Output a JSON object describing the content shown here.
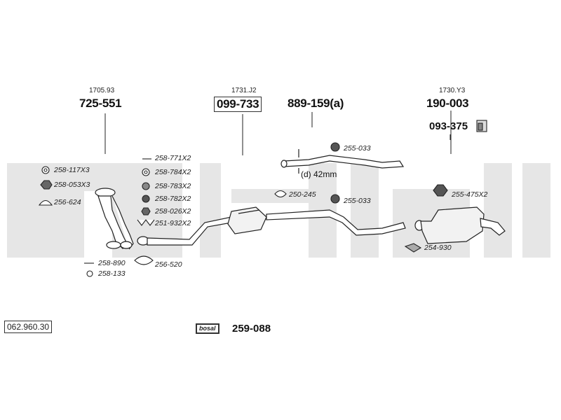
{
  "catalog_number": "062.960.30",
  "kit": {
    "brand_logo": "bosal",
    "number": "259-088"
  },
  "groups": [
    {
      "ref": "1705.93",
      "part": "725-551"
    },
    {
      "ref": "1731.J2",
      "part": "099-733"
    },
    {
      "part": "889-159(a)"
    },
    {
      "ref": "1730.Y3",
      "part": "190-003",
      "extra_part": "093-375"
    }
  ],
  "hardware_left": [
    "258-117X3",
    "258-053X3",
    "256-624"
  ],
  "hardware_center": [
    "258-771X2",
    "258-784X2",
    "258-783X2",
    "258-782X2",
    "258-026X2",
    "251-932X2"
  ],
  "hardware_bottom_left": [
    "258-890",
    "258-133"
  ],
  "hardware_ring": "256-520",
  "clamp_mid": "250-245",
  "rubber_mounts": [
    "255-033",
    "255-033"
  ],
  "muffler_hangers": {
    "nut": "255-475X2",
    "strap": "254-930"
  },
  "diameter_note": "(d) 42mm",
  "colors": {
    "lines": "#222222",
    "watermark": "#e6e6e6",
    "fill_light": "#f2f2f2"
  }
}
